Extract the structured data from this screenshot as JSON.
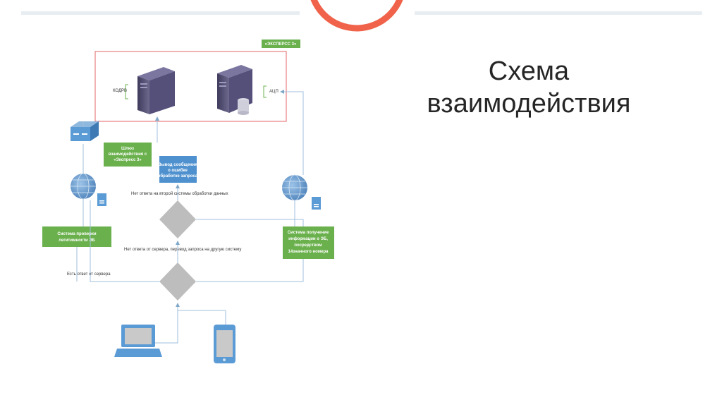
{
  "slide": {
    "title_line1": "Схема",
    "title_line2": "взаимодействия"
  },
  "diagram": {
    "express_label": "«ЭКСПЕРСС 3»",
    "kodrb_label": "КОДРВ",
    "asu_label": "АЦП",
    "gateway_box": [
      "Шлюз",
      "взаимодействия с",
      "«Экспресс 3»"
    ],
    "error_box": [
      "Вывод сообщения",
      "о ошибке",
      "обработке запроса"
    ],
    "no_response_second": "Нет ответа на второй системы обработки данных",
    "no_response_server": "Нет ответа от сервера, перевод запроса на другую систему",
    "response_from_server": "Есть ответ от сервера",
    "verify_box": [
      "Система проверки",
      "легитимности ЭБ"
    ],
    "receive_box": [
      "Система получение",
      "информации о ЭБ,",
      "посредством",
      "14значного номера"
    ]
  },
  "colors": {
    "accent_circle": "#f0624a",
    "green_box": "#6ab04c",
    "blue_box": "#4f91cf",
    "diamond": "#bdbdbd",
    "server": "#4a4666",
    "device": "#5b9bd5",
    "border_red": "#e06666"
  }
}
